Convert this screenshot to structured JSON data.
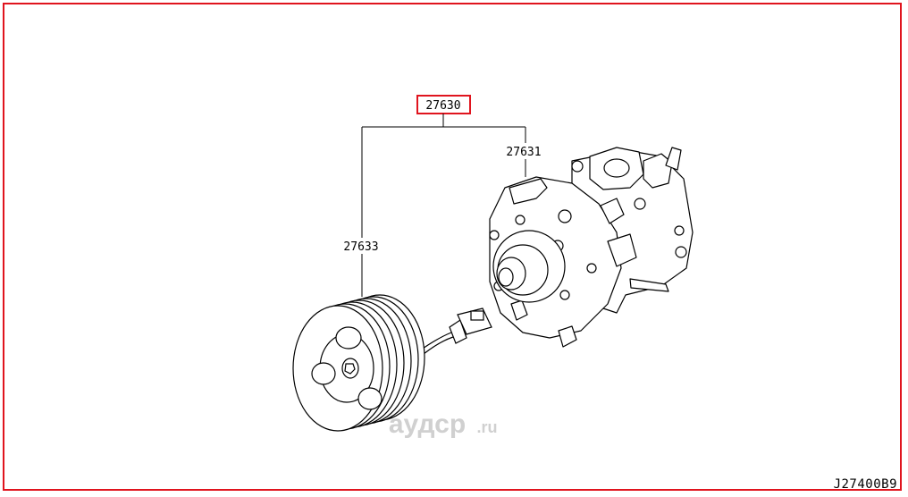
{
  "diagram": {
    "parts": {
      "assembly": "27630",
      "compressor": "27631",
      "clutch": "27633"
    },
    "diagram_code": "J27400B9",
    "watermark": {
      "brand": "аудср",
      "domain": ".ru"
    }
  },
  "colors": {
    "frame": "#e0141e",
    "ink": "#000000",
    "highlight": "#e0141e",
    "watermark": "#d0d0d0"
  }
}
